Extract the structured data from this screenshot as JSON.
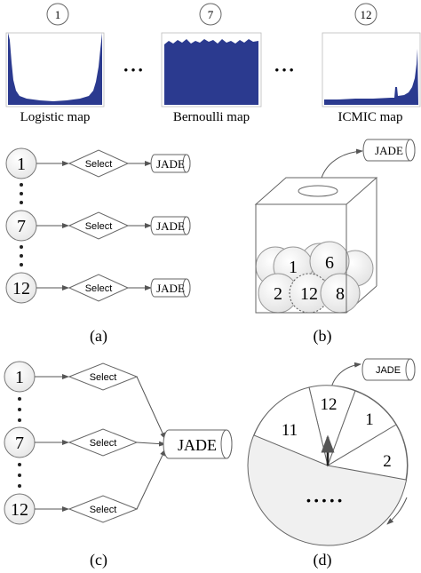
{
  "maps": [
    {
      "index": "1",
      "label": "Logistic map"
    },
    {
      "index": "7",
      "label": "Bernoulli map"
    },
    {
      "index": "12",
      "label": "ICMIC map"
    }
  ],
  "map_ellipsis": "•  •  •",
  "nodes": [
    "1",
    "7",
    "12"
  ],
  "select_label": "Select",
  "jade_label": "JADE",
  "balls": {
    "a": "1",
    "b": "6",
    "c": "2",
    "d": "12",
    "e": "8"
  },
  "wheel": {
    "s12": "12",
    "s11": "11",
    "s1": "1",
    "s2": "2",
    "dots": "• • • • •"
  },
  "captions": {
    "a": "(a)",
    "b": "(b)",
    "c": "(c)",
    "d": "(d)"
  },
  "colors": {
    "histogram": "#2b3a8f",
    "stroke": "#555555"
  }
}
